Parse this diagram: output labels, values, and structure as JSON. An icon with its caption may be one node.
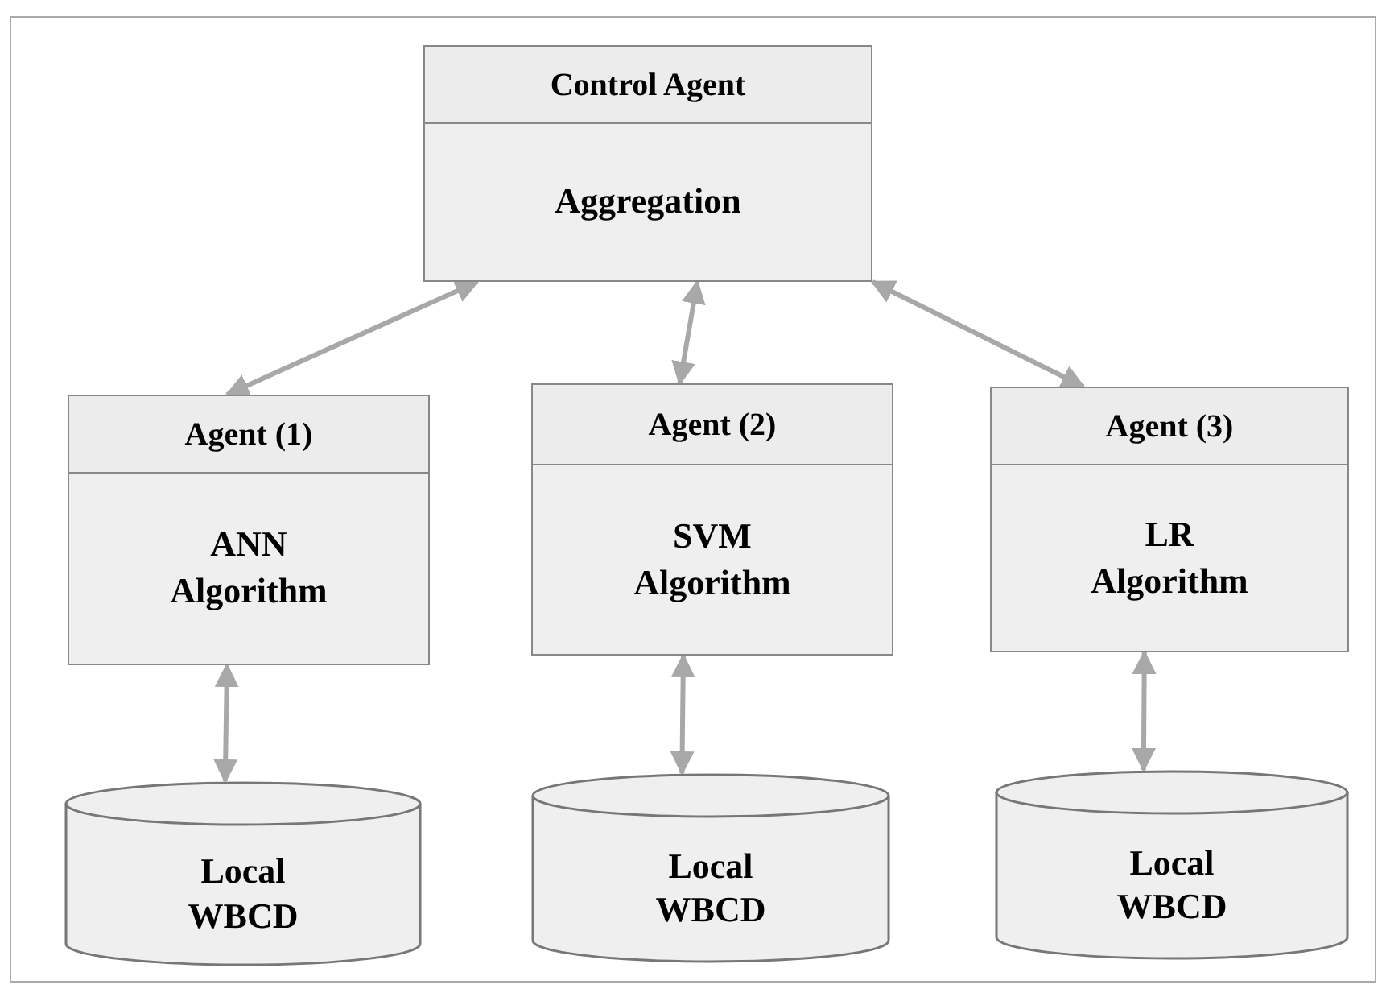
{
  "diagram": {
    "nodes": [
      {
        "text": [
          "Control Agent",
          "Aggregation"
        ]
      },
      {
        "text": [
          "Agent (1)",
          "ANN Algorithm"
        ]
      },
      {
        "text": [
          "Agent (2)",
          "SVM Algorithm"
        ]
      },
      {
        "text": [
          "Agent (3)",
          "LR Algorithm"
        ]
      },
      {
        "text": [
          "Local WBCD"
        ]
      },
      {
        "text": [
          "Local WBCD"
        ]
      },
      {
        "text": [
          "Local WBCD"
        ]
      }
    ],
    "edges": [
      {
        "from": 0,
        "to": 1,
        "arrow": "both"
      },
      {
        "from": 0,
        "to": 2,
        "arrow": "both"
      },
      {
        "from": 0,
        "to": 3,
        "arrow": "both"
      },
      {
        "from": 1,
        "to": 4,
        "arrow": "both"
      },
      {
        "from": 2,
        "to": 5,
        "arrow": "both"
      },
      {
        "from": 3,
        "to": 6,
        "arrow": "both"
      }
    ]
  }
}
